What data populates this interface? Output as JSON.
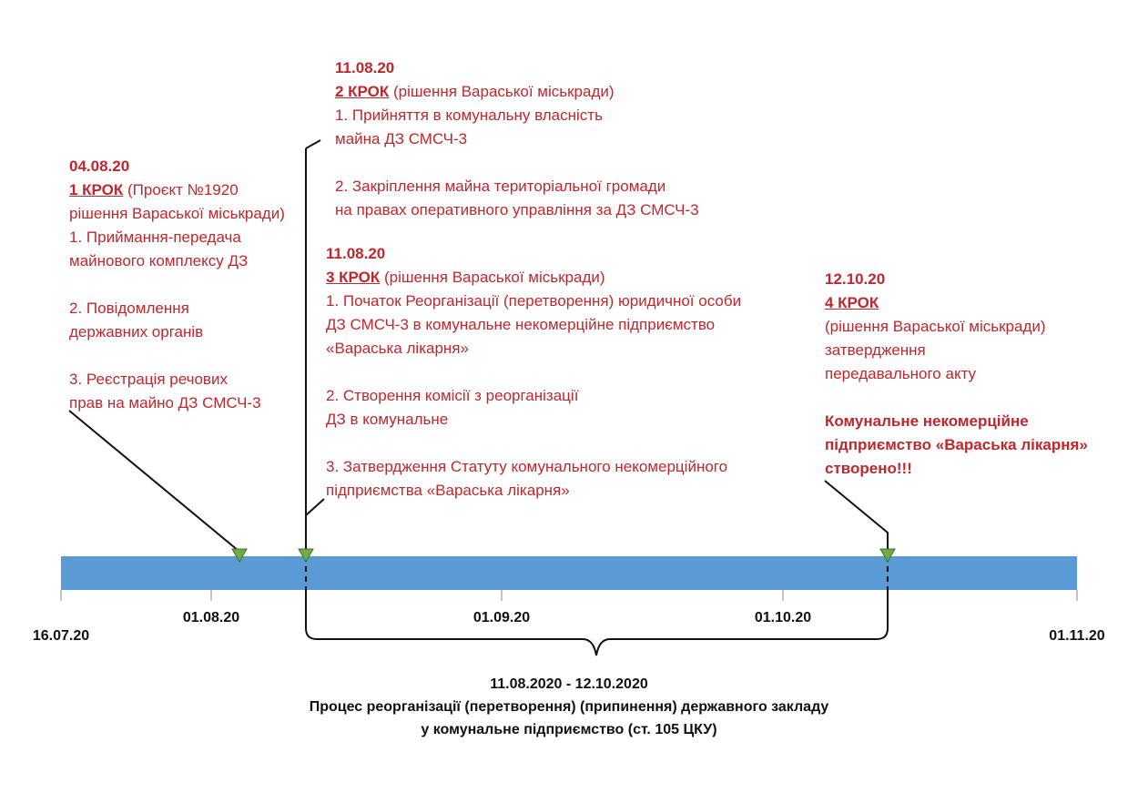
{
  "colors": {
    "bar": "#5b9bd5",
    "text": "#c0272d",
    "marker": "#70ad47",
    "ink": "#111111"
  },
  "steps": [
    {
      "date": "04.08.20",
      "step": "1 КРОК",
      "note_first": " (Проєкт №1920",
      "lines": [
        "рішення Вараської міськради)",
        "1. Приймання-передача",
        "майнового комплексу ДЗ",
        "",
        "2. Повідомлення",
        "державних органів",
        "",
        "3. Реєстрація речових",
        "прав на майно ДЗ СМСЧ-3"
      ]
    },
    {
      "date": "11.08.20",
      "step": "2 КРОК",
      "note_first": " (рішення Вараської міськради)",
      "lines": [
        "1. Прийняття в комунальну власність",
        "майна ДЗ СМСЧ-3",
        "",
        "2. Закріплення майна територіальної громади",
        "на правах оперативного управління за ДЗ СМСЧ-3"
      ]
    },
    {
      "date": "11.08.20",
      "step": "3 КРОК",
      "note_first": " (рішення Вараської міськради)",
      "lines": [
        "1. Початок Реорганізації (перетворення) юридичної особи",
        "ДЗ СМСЧ-3 в комунальне некомерційне підприємство",
        "«Вараська лікарня»",
        "",
        "2. Створення комісії з реорганізації",
        "ДЗ в комунальне",
        "",
        "3. Затвердження Статуту комунального некомерційного",
        "підприємства «Вараська лікарня»"
      ]
    },
    {
      "date": "12.10.20",
      "step": "4 КРОК",
      "note_first": "",
      "lines": [
        "(рішення Вараської міськради)",
        "затвердження",
        "передавального акту"
      ],
      "result": [
        "Комунальне некомерційне",
        "підприємство «Вараська лікарня»",
        "створено!!!"
      ]
    }
  ],
  "axis": {
    "tick_labels": [
      {
        "label": "16.07.20",
        "date": "2020-07-16"
      },
      {
        "label": "01.08.20",
        "date": "2020-08-01"
      },
      {
        "label": "01.09.20",
        "date": "2020-09-01"
      },
      {
        "label": "01.10.20",
        "date": "2020-10-01"
      },
      {
        "label": "01.11.20",
        "date": "2020-11-01"
      }
    ],
    "markers": [
      "2020-08-04",
      "2020-08-11",
      "2020-10-12"
    ]
  },
  "period": {
    "range": "11.08.2020 - 12.10.2020",
    "caption_line1": "Процес реорганізації (перетворення) (припинення) державного закладу",
    "caption_line2": "у комунальне підприємство (ст. 105 ЦКУ)"
  }
}
